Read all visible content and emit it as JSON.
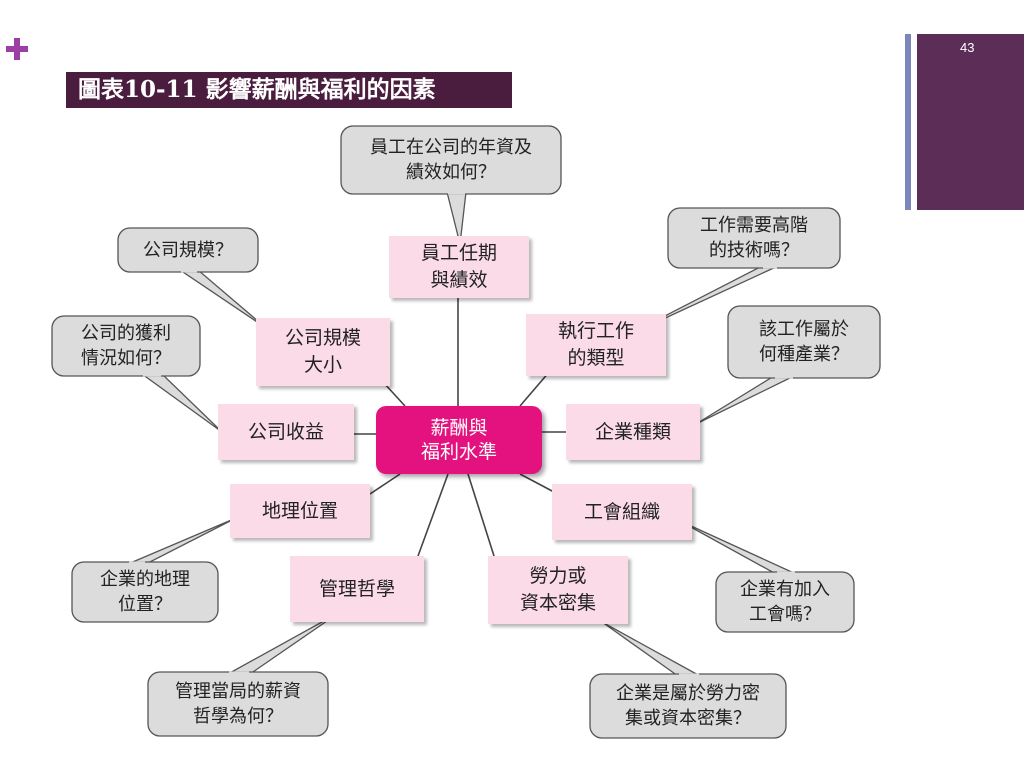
{
  "page_number": "43",
  "title": "圖表10-11 影響薪酬與福利的因素",
  "center": "薪酬與\n福利水準",
  "factors": {
    "tenure": "員工任期\n與績效",
    "job_type": "執行工作\n的類型",
    "company_size": "公司規模\n大小",
    "revenue": "公司收益",
    "industry": "企業種類",
    "location": "地理位置",
    "union": "工會組織",
    "philosophy": "管理哲學",
    "labor_capital": "勞力或\n資本密集"
  },
  "questions": {
    "tenure": "員工在公司的年資及\n績效如何？",
    "job_type": "工作需要高階\n的技術嗎？",
    "company_size": "公司規模？",
    "revenue": "公司的獲利\n情況如何？",
    "industry": "該工作屬於\n何種產業？",
    "location": "企業的地理\n位置？",
    "union": "企業有加入\n工會嗎？",
    "philosophy": "管理當局的薪資\n哲學為何？",
    "labor_capital": "企業是屬於勞力密\n集或資本密集？"
  },
  "colors": {
    "accent_plus": "#9b3fa5",
    "title_bg": "#4a1d3e",
    "center_bg": "#e3127f",
    "factor_bg": "#fbdbe8",
    "bubble_bg": "#dcdcdc",
    "panel_purple": "#5c2d57",
    "panel_blue": "#7c86b9"
  }
}
